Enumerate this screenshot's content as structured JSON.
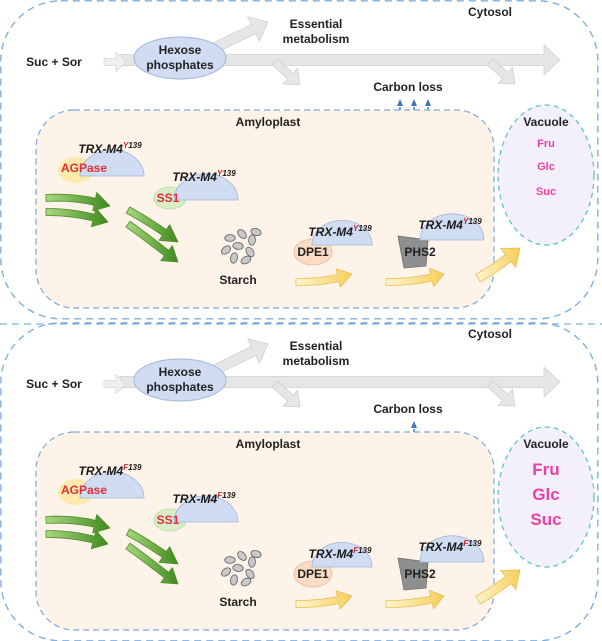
{
  "colors": {
    "cytosol_border": "#7fb0e0",
    "amyloplast_fill": "#fdf3e8",
    "amyloplast_border": "#7fa8d8",
    "vacuole_fill": "#f3f0fb",
    "vacuole_border": "#5cc7c0",
    "sugar_text": "#ee3fa8",
    "enzyme_fill": "#cfdcf2",
    "enzyme_stroke": "#9fb6da",
    "residue_y": "#d0202a",
    "residue_f": "#d0202a",
    "agpase_text": "#e0303a",
    "ss1_fill": "#d8eec8",
    "dpe1_fill": "#fbdcc4",
    "phs2_fill": "#8f8f8f",
    "green_arrow": "#5a9e2e",
    "yellow_arrow": "#f8d876",
    "grey_arrow": "#e6e6e6",
    "carbon_loss_arrow": "#3b75c4"
  },
  "panels": [
    {
      "id": "top",
      "cytosol": "Cytosol",
      "input": "Suc + Sor",
      "hexose": [
        "Hexose",
        "phosphates"
      ],
      "essential": [
        "Essential",
        "metabolism"
      ],
      "carbon_loss": "Carbon loss",
      "carbon_loss_arrows": 3,
      "amyloplast": "Amyloplast",
      "starch": "Starch",
      "vacuole": "Vacuole",
      "sugars": [
        "Fru",
        "Glc",
        "Suc"
      ],
      "sugar_size": "small",
      "trx_name": "TRX-M4",
      "residue": "Y139",
      "agpase": "AGPase",
      "ss1": "SS1",
      "dpe1": "DPE1",
      "phs2": "PHS2"
    },
    {
      "id": "bottom",
      "cytosol": "Cytosol",
      "input": "Suc + Sor",
      "hexose": [
        "Hexose",
        "phosphates"
      ],
      "essential": [
        "Essential",
        "metabolism"
      ],
      "carbon_loss": "Carbon loss",
      "carbon_loss_arrows": 1,
      "amyloplast": "Amyloplast",
      "starch": "Starch",
      "vacuole": "Vacuole",
      "sugars": [
        "Fru",
        "Glc",
        "Suc"
      ],
      "sugar_size": "large",
      "trx_name": "TRX-M4",
      "residue": "F139",
      "agpase": "AGPase",
      "ss1": "SS1",
      "dpe1": "DPE1",
      "phs2": "PHS2"
    }
  ]
}
